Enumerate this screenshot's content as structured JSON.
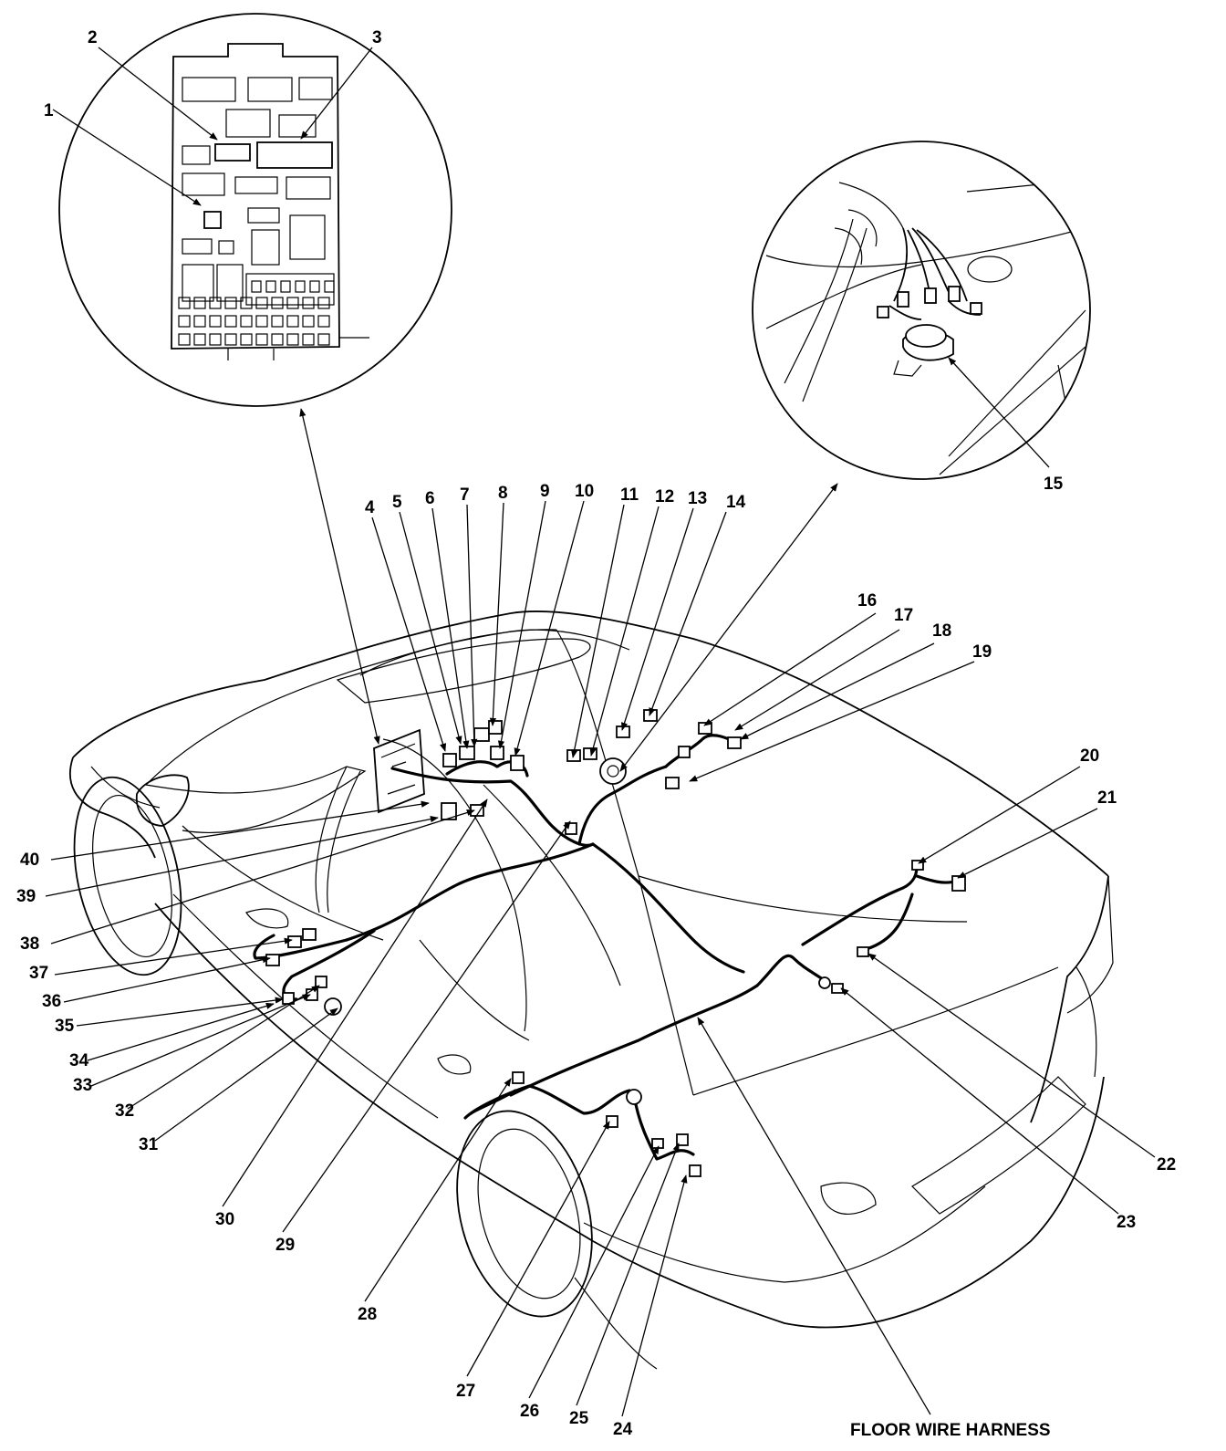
{
  "caption": "FLOOR WIRE HARNESS",
  "callouts": [
    "1",
    "2",
    "3",
    "4",
    "5",
    "6",
    "7",
    "8",
    "9",
    "10",
    "11",
    "12",
    "13",
    "14",
    "15",
    "16",
    "17",
    "18",
    "19",
    "20",
    "21",
    "22",
    "23",
    "24",
    "25",
    "26",
    "27",
    "28",
    "29",
    "30",
    "31",
    "32",
    "33",
    "34",
    "35",
    "36",
    "37",
    "38",
    "39",
    "40"
  ]
}
